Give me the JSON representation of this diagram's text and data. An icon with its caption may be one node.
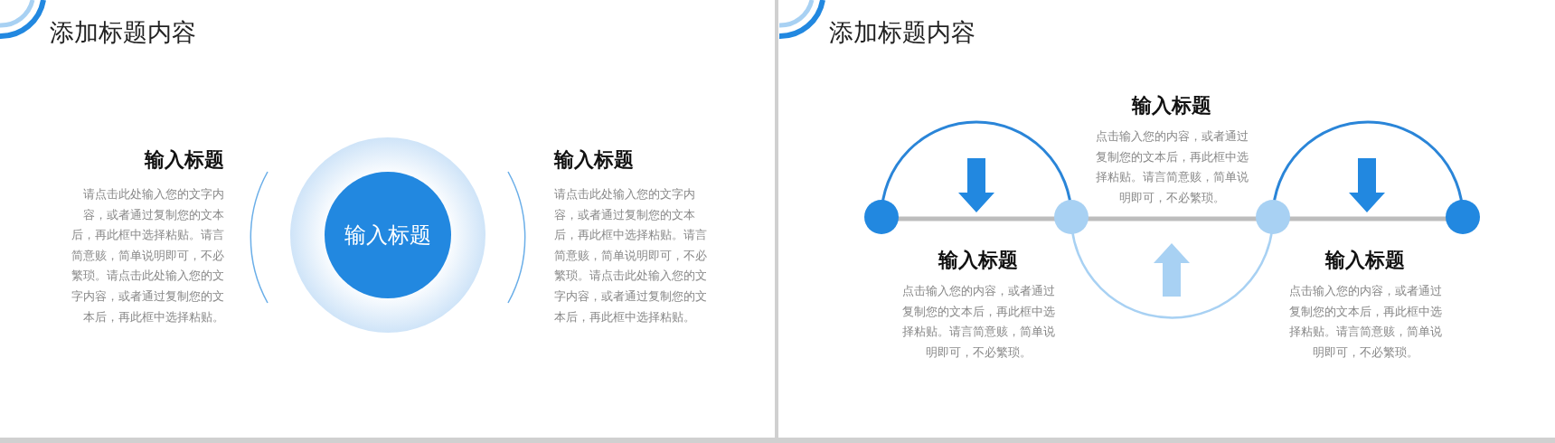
{
  "diagram": {
    "nodes": [
      {
        "text": [
          "输入标题"
        ]
      }
    ],
    "labels": [
      "添加标题内容",
      "输入标题",
      "请点击此处输入您的文字内容，或者通过复制您的文本后，再此框中选择粘贴。请言简意赅，简单说明即可，不必繁琐。请点击此处输入您的文字内容，或者通过复制您的文本后，再此框中选择粘贴。",
      "输入标题",
      "请点击此处输入您的文字内容，或者通过复制您的文本后，再此框中选择粘贴。请言简意赅，简单说明即可，不必繁琐。请点击此处输入您的文字内容，或者通过复制您的文本后，再此框中选择粘贴。",
      "添加标题内容",
      "输入标题",
      "点击输入您的内容，或者通过复制您的文本后，再此框中选择粘贴。请言简意赅，简单说明即可，不必繁琐。",
      "输入标题",
      "点击输入您的内容，或者通过复制您的文本后，再此框中选择粘贴。请言简意赅，简单说明即可，不必繁琐。",
      "输入标题",
      "点击输入您的内容，或者通过复制您的文本后，再此框中选择粘贴。请言简意赅，简单说明即可，不必繁琐。"
    ]
  }
}
